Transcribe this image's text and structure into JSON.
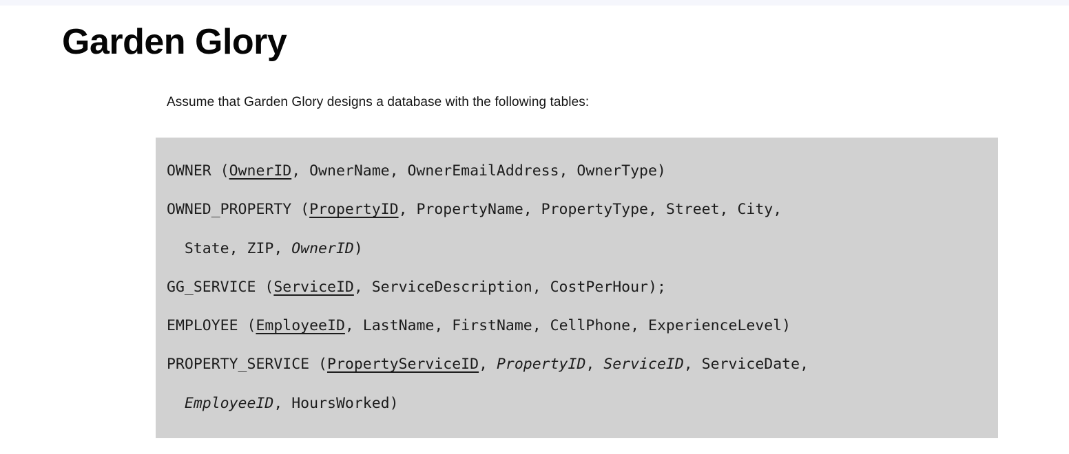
{
  "page": {
    "top_strip_color": "#f5f6fc",
    "background_color": "#ffffff"
  },
  "header": {
    "title": "Garden Glory"
  },
  "intro": {
    "text": "Assume that Garden Glory designs a database with the following tables:"
  },
  "schema_block": {
    "background_color": "#d1d1d1",
    "text_color": "#1c1c1c",
    "legend": {
      "underline_means": "primary key",
      "italic_means": "foreign key"
    },
    "lines": [
      {
        "table": "OWNER",
        "segments": [
          {
            "text": "OWNER (",
            "style": "plain"
          },
          {
            "text": "OwnerID",
            "style": "underline"
          },
          {
            "text": ", OwnerName, OwnerEmailAddress, OwnerType)",
            "style": "plain"
          }
        ]
      },
      {
        "table": "OWNED_PROPERTY",
        "segments": [
          {
            "text": "OWNED_PROPERTY (",
            "style": "plain"
          },
          {
            "text": "PropertyID",
            "style": "underline"
          },
          {
            "text": ", PropertyName, PropertyType, Street, City,",
            "style": "plain"
          }
        ]
      },
      {
        "table": "OWNED_PROPERTY_continued",
        "segments": [
          {
            "text": "  State, ZIP, ",
            "style": "plain"
          },
          {
            "text": "OwnerID",
            "style": "italic"
          },
          {
            "text": ")",
            "style": "plain"
          }
        ]
      },
      {
        "table": "GG_SERVICE",
        "segments": [
          {
            "text": "GG_SERVICE (",
            "style": "plain"
          },
          {
            "text": "ServiceID",
            "style": "underline"
          },
          {
            "text": ", ServiceDescription, CostPerHour);",
            "style": "plain"
          }
        ]
      },
      {
        "table": "EMPLOYEE",
        "segments": [
          {
            "text": "EMPLOYEE (",
            "style": "plain"
          },
          {
            "text": "EmployeeID",
            "style": "underline"
          },
          {
            "text": ", LastName, FirstName, CellPhone, ExperienceLevel)",
            "style": "plain"
          }
        ]
      },
      {
        "table": "PROPERTY_SERVICE",
        "segments": [
          {
            "text": "PROPERTY_SERVICE (",
            "style": "plain"
          },
          {
            "text": "PropertyServiceID",
            "style": "underline"
          },
          {
            "text": ", ",
            "style": "plain"
          },
          {
            "text": "PropertyID",
            "style": "italic"
          },
          {
            "text": ", ",
            "style": "plain"
          },
          {
            "text": "ServiceID",
            "style": "italic"
          },
          {
            "text": ", ServiceDate,",
            "style": "plain"
          }
        ]
      },
      {
        "table": "PROPERTY_SERVICE_continued",
        "segments": [
          {
            "text": "  ",
            "style": "plain"
          },
          {
            "text": "EmployeeID",
            "style": "italic"
          },
          {
            "text": ", HoursWorked)",
            "style": "plain"
          }
        ]
      }
    ]
  }
}
